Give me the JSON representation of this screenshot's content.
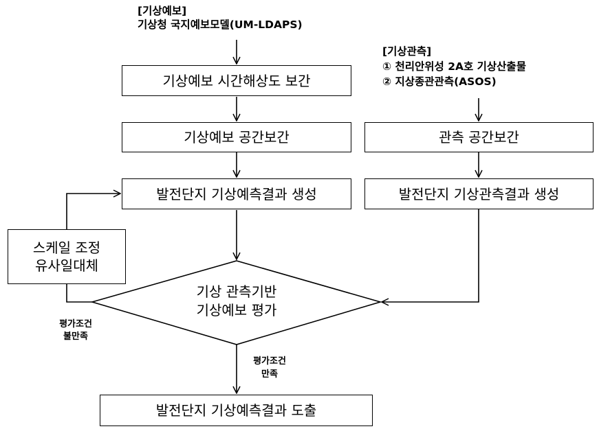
{
  "forecast_source": {
    "heading": "[기상예보]",
    "model": "기상청 국지예보모델(UM-LDAPS)"
  },
  "observation_source": {
    "heading": "[기상관측]",
    "item1": "① 천리안위성 2A호 기상산출물",
    "item2": "② 지상종관관측(ASOS)"
  },
  "boxes": {
    "temporal_interp": "기상예보 시간해상도 보간",
    "spatial_interp": "기상예보 공간보간",
    "forecast_result": "발전단지 기상예측결과 생성",
    "obs_spatial_interp": "관측 공간보간",
    "obs_result": "발전단지 기상관측결과 생성",
    "adjust_line1": "스케일 조정",
    "adjust_line2": "유사일대체",
    "final_output": "발전단지 기상예측결과 도출"
  },
  "decision": {
    "line1": "기상 관측기반",
    "line2": "기상예보 평가"
  },
  "edge_labels": {
    "fail_line1": "평가조건",
    "fail_line2": "불만족",
    "pass_line1": "평가조건",
    "pass_line2": "만족"
  },
  "colors": {
    "stroke": "#000000",
    "background": "#ffffff"
  }
}
